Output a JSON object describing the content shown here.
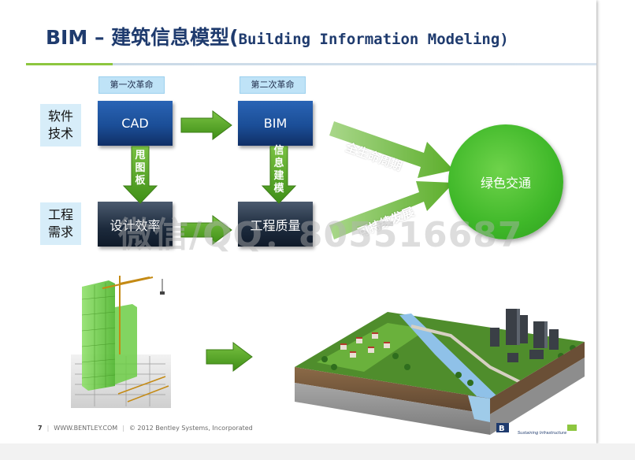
{
  "slide": {
    "title_bold": "BIM – 建筑信息模型(",
    "title_mono": "Building Information Modeling)",
    "tags": {
      "first": "第一次革命",
      "second": "第二次革命"
    },
    "row_labels": {
      "top": [
        "软件",
        "技术"
      ],
      "bottom": [
        "工程",
        "需求"
      ]
    },
    "boxes": {
      "cad": "CAD",
      "bim": "BIM",
      "design": "设计效率",
      "quality": "工程质量"
    },
    "vertical_labels": {
      "left": [
        "甩",
        "图",
        "板"
      ],
      "right": [
        "信",
        "息",
        "建",
        "模"
      ]
    },
    "diagonal_labels": {
      "upper": "全生命周期",
      "lower": "可持续发展"
    },
    "circle": "绿色交通",
    "watermark": "微信/QQ：805516687",
    "footer": {
      "page": "7",
      "site": "WWW.BENTLEY.COM",
      "copyright": "© 2012 Bentley Systems, Incorporated"
    },
    "logo_tagline": "Sustaining Infrastructure"
  },
  "colors": {
    "title": "#1f3b6e",
    "accent_green": "#8dc63f",
    "arrow_green": "#5aa11f",
    "circle_green": "#3fb829",
    "box_blue": "#1b4e97"
  }
}
